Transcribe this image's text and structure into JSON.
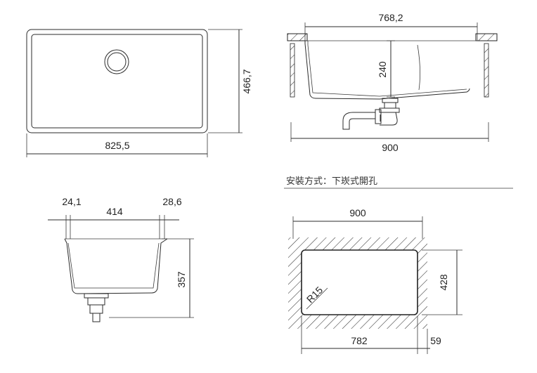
{
  "top_view": {
    "width_label": "825,5",
    "height_label": "466,7"
  },
  "side_view": {
    "inner_width_label": "768,2",
    "depth_label": "240",
    "overall_width_label": "900"
  },
  "section_view": {
    "left_rim_label": "24,1",
    "bowl_width_label": "414",
    "right_rim_label": "28,6",
    "height_label": "357"
  },
  "install_note": "安裝方式：下崁式開孔",
  "cutout": {
    "outer_width_label": "900",
    "height_label": "428",
    "radius_label": "R15",
    "inner_width_label": "782",
    "margin_label": "59"
  }
}
